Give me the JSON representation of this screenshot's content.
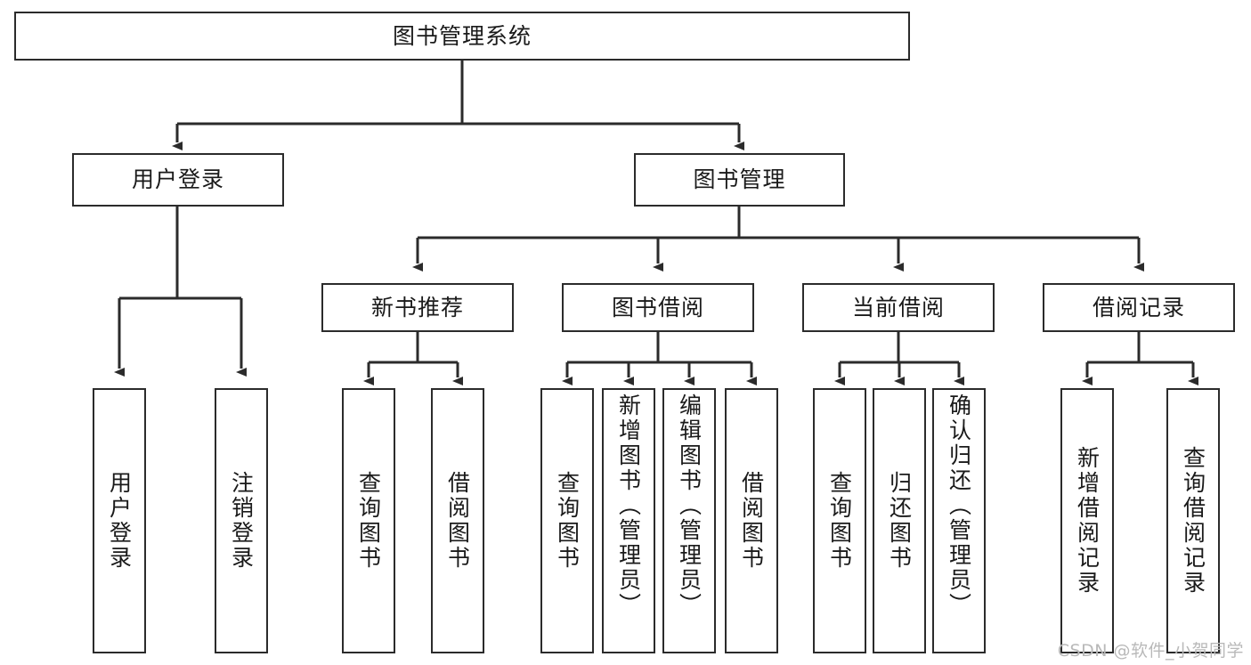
{
  "diagram": {
    "title": "图书管理系统",
    "type": "tree",
    "orientation": "top-down",
    "colors": {
      "node_border": "#2b2b2b",
      "node_fill": "#ffffff",
      "edge": "#2b2b2b",
      "text": "#1a1a1a",
      "watermark": "#b9b9b9",
      "background": "#ffffff"
    }
  },
  "watermark": "CSDN @软件_小贺同学",
  "nodes": {
    "root": {
      "label": "图书管理系统"
    },
    "level1": [
      {
        "id": "user-login",
        "label": "用户登录"
      },
      {
        "id": "book-manage",
        "label": "图书管理"
      }
    ],
    "level2": [
      {
        "id": "new-book-recommend",
        "label": "新书推荐"
      },
      {
        "id": "book-borrow",
        "label": "图书借阅"
      },
      {
        "id": "current-borrow",
        "label": "当前借阅"
      },
      {
        "id": "borrow-record",
        "label": "借阅记录"
      }
    ],
    "leaves": {
      "user_login": [
        {
          "id": "leaf-user-login",
          "label": "用户登录"
        },
        {
          "id": "leaf-logout-login",
          "label": "注销登录"
        }
      ],
      "new_book_recommend": [
        {
          "id": "leaf-query-book-1",
          "label": "查询图书"
        },
        {
          "id": "leaf-borrow-book-1",
          "label": "借阅图书"
        }
      ],
      "book_borrow": [
        {
          "id": "leaf-query-book-2",
          "label": "查询图书"
        },
        {
          "id": "leaf-add-book-admin",
          "label": "新增图书（管理员）"
        },
        {
          "id": "leaf-edit-book-admin",
          "label": "编辑图书（管理员）"
        },
        {
          "id": "leaf-borrow-book-2",
          "label": "借阅图书"
        }
      ],
      "current_borrow": [
        {
          "id": "leaf-query-book-3",
          "label": "查询图书"
        },
        {
          "id": "leaf-return-book",
          "label": "归还图书"
        },
        {
          "id": "leaf-confirm-return-admin",
          "label": "确认归还（管理员）"
        }
      ],
      "borrow_record": [
        {
          "id": "leaf-add-borrow-record",
          "label": "新增借阅记录"
        },
        {
          "id": "leaf-query-borrow-record",
          "label": "查询借阅记录"
        }
      ]
    }
  }
}
